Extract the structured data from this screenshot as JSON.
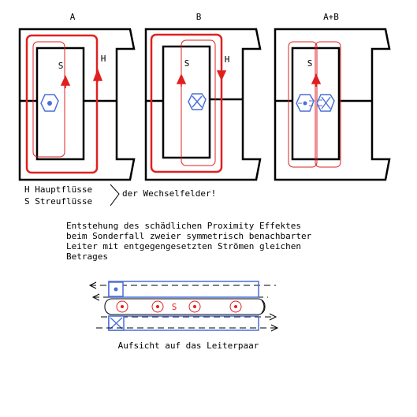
{
  "panels": [
    {
      "label": "A",
      "s_label": "S",
      "h_label": "H"
    },
    {
      "label": "B",
      "s_label": "S",
      "h_label": "H"
    },
    {
      "label": "A+B",
      "s_label": "S"
    }
  ],
  "legend": {
    "line1": "H Hauptflüsse",
    "line2": "S Streuflüsse",
    "brace_text": "der Wechselfelder!"
  },
  "description": [
    "Entstehung des schädlichen Proximity Effektes",
    "beim Sonderfall zweier symmetrisch benachbarter",
    "Leiter mit entgegengesetzten Strömen gleichen",
    "Betrages"
  ],
  "conductor_view": {
    "s_label": "S",
    "caption": "Aufsicht auf das Leiterpaar"
  },
  "colors": {
    "core": "#000000",
    "conductor": "#4a6fd8",
    "flux": "#e02020"
  }
}
